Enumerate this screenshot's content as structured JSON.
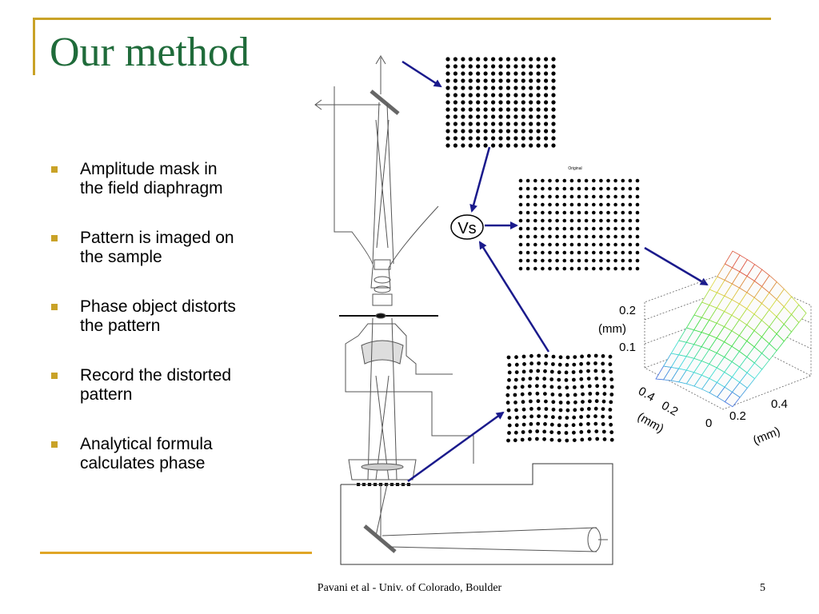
{
  "slide": {
    "title": "Our method",
    "bullets": [
      "Amplitude mask in\nthe field diaphragm",
      "Pattern is imaged on\nthe sample",
      "Phase object distorts\nthe pattern",
      "Record the distorted\npattern",
      "Analytical formula\ncalculates phase"
    ],
    "footer": "Pavani et al - Univ. of Colorado, Boulder",
    "page_number": "5"
  },
  "diagram": {
    "vs_label": "Vs",
    "original_caption": "Original",
    "plot": {
      "z_ticks": [
        "0.2",
        "(mm)",
        "0.1"
      ],
      "x_ticks": [
        "0.4",
        "0.2",
        "(mm)"
      ],
      "y_ticks": [
        "0",
        "0.2",
        "0.4"
      ],
      "y_unit": "(mm)"
    }
  },
  "colors": {
    "title": "#1f6b3a",
    "accent": "#c9a227",
    "arrow": "#1a1a8c"
  }
}
